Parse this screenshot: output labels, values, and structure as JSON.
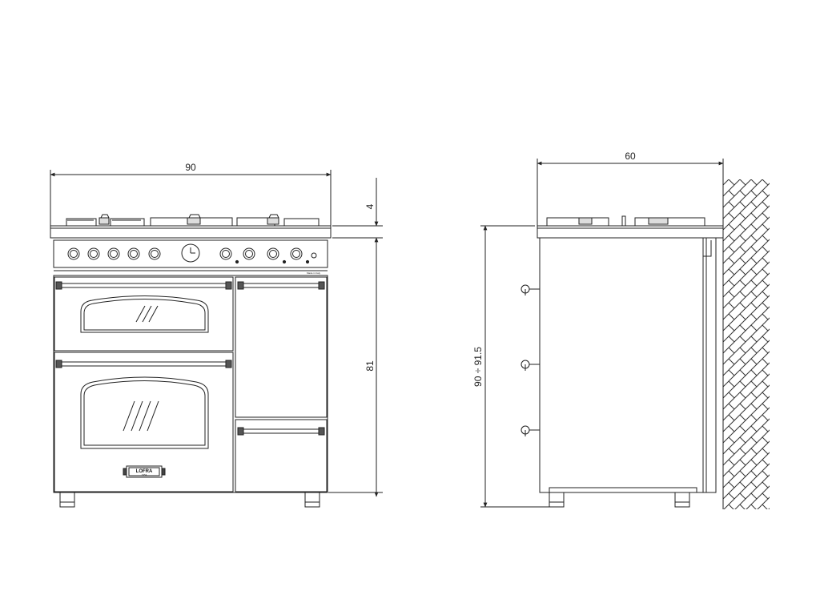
{
  "front_view": {
    "width_label": "90",
    "top_thickness_label": "4",
    "body_height_label": "81",
    "badge_text": "Made in Italy",
    "brand_logo": "LOFRA",
    "brand_subtext": "1954"
  },
  "side_view": {
    "depth_label": "60",
    "total_height_label": "90 ÷ 91.5"
  }
}
